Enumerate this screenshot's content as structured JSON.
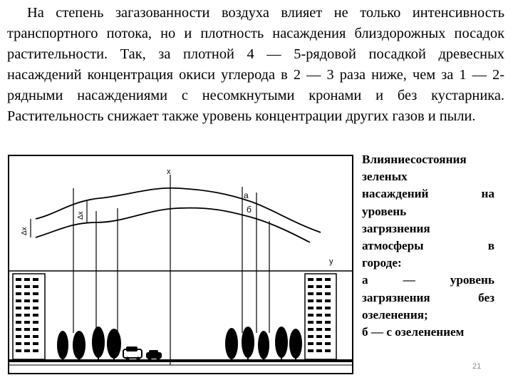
{
  "paragraph": "На степень загазованности воздуха влияет не только интенсивность транспортного потока, но и плотность насаждения близдорожных посадок растительности. Так, за плотной 4 — 5-рядовой посадкой древесных насаждений концентрация окиси углерода в 2 — 3 раза ниже, чем за 1 — 2-рядными насаждениями с несомкнутыми кронами и без кустарника. Растительность снижает также уровень концентрации других газов и пыли.",
  "caption_lines": [
    "Влияниесостояния",
    "зеленых",
    "насаждений на",
    "уровень",
    "загрязнения",
    "атмосферы в",
    "городе:",
    "а — уровень",
    "загрязнения без",
    "озеленения;",
    "б — с озеленением"
  ],
  "diagram": {
    "axis_x_label": "x",
    "axis_y_label": "y",
    "curve_a_label": "а",
    "curve_b_label": "б",
    "delta_x_label": "Δx",
    "delta_x2_label": "Δx"
  },
  "page_number": "21"
}
